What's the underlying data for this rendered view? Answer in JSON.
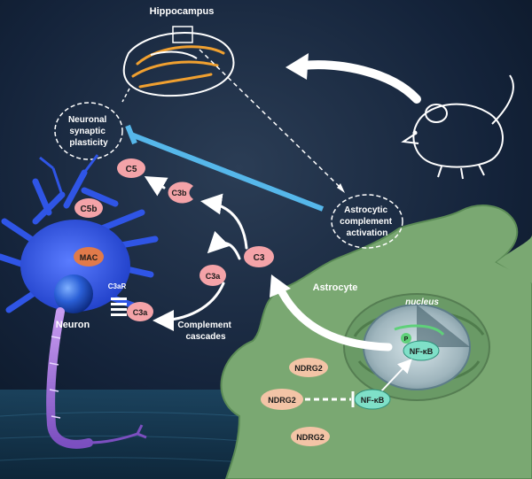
{
  "labels": {
    "hippocampus": "Hippocampus",
    "plasticity": [
      "Neuronal",
      "synaptic",
      "plasticity"
    ],
    "activation": [
      "Astrocytic",
      "complement",
      "activation"
    ],
    "astrocyte": "Astrocyte",
    "neuron": "Neuron",
    "nucleus": "nucleus",
    "cascades": [
      "Complement",
      "cascades"
    ],
    "c5": "C5",
    "c5b": "C5b",
    "c3b": "C3b",
    "c3": "C3",
    "c3a_left": "C3a",
    "c3a_right": "C3a",
    "c3ar": "C3aR",
    "mac": "MAC",
    "p": "P",
    "nfkb_nucleus": "NF-κB",
    "nfkb_cyto": "NF-κB",
    "ndrg2": [
      "NDRG2",
      "NDRG2",
      "NDRG2"
    ]
  },
  "colors": {
    "background": "#0d1b2c",
    "astrocyte": "#7aa872",
    "neuron": "#2f55e6",
    "complement_pink": "#f4a3a8",
    "mac_orange": "#e07a4a",
    "ndrg2_peach": "#f3c4a6",
    "nfkb_teal": "#7fe0c8",
    "inhibition_blue": "#56b7ea",
    "hippocampus_orange": "#f0a030"
  }
}
